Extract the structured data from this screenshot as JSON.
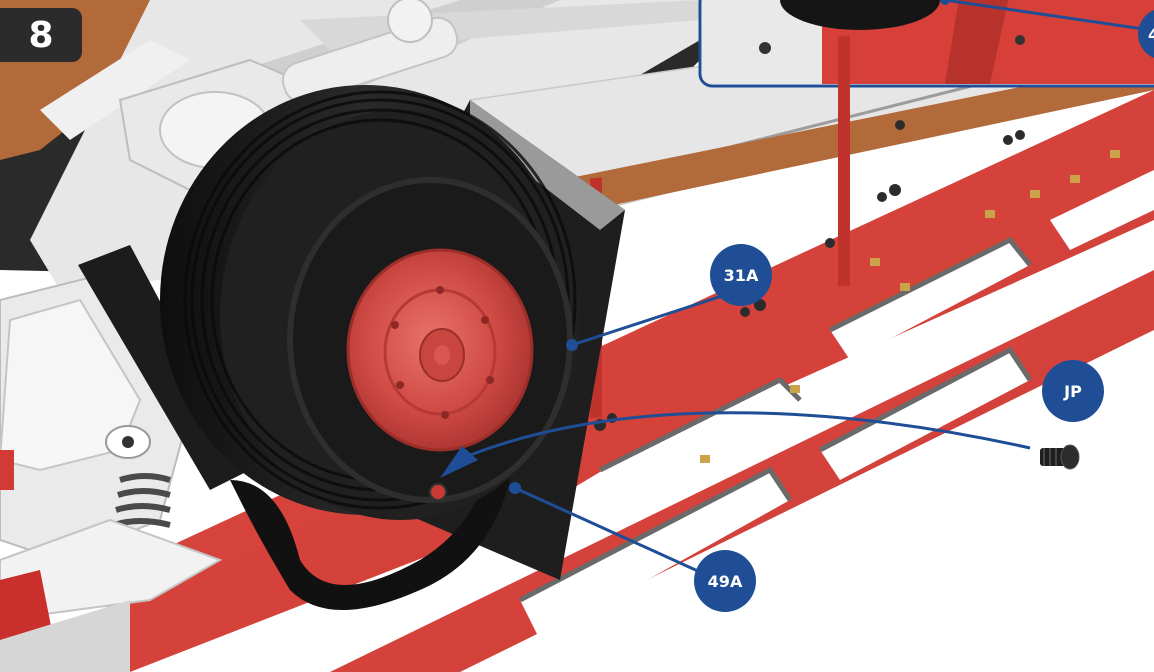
{
  "step": {
    "number": "8"
  },
  "callouts": {
    "part_31a": "31A",
    "part_jp": "JP",
    "part_49a": "49A",
    "inset_partial": "4"
  },
  "colors": {
    "frame_red": "#d93a35",
    "callout_blue": "#1f4e96",
    "tyre_black": "#1b1b1b",
    "hub_red": "#d2504a",
    "chassis_grey": "#e3e3e3"
  }
}
